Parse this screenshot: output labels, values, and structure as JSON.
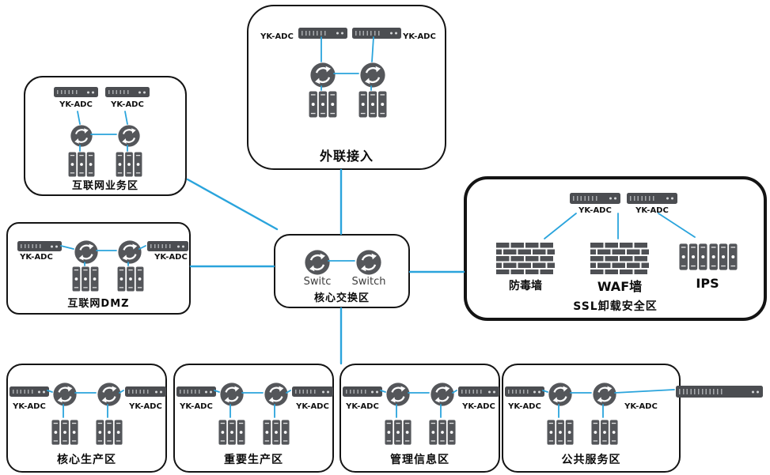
{
  "colors": {
    "connection_line": "#2aa4dc",
    "icon_gray": "#54565a",
    "border_black": "#141414"
  },
  "zones": {
    "external_access": {
      "label": "外联接入",
      "adc_left": "YK-ADC",
      "adc_right": "YK-ADC"
    },
    "internet_business": {
      "label": "互联网业务区",
      "adc_left": "YK-ADC",
      "adc_right": "YK-ADC"
    },
    "internet_dmz": {
      "label": "互联网DMZ",
      "adc_left": "YK-ADC",
      "adc_right": "YK-ADC"
    },
    "core_switch": {
      "label": "核心交换区",
      "switch_left": "Switc",
      "switch_right": "Switch"
    },
    "ssl_security": {
      "label": "SSL卸载安全区",
      "adc_left": "YK-ADC",
      "adc_right": "YK-ADC",
      "antivirus_wall_label": "防毒墙",
      "waf_wall_label": "WAF墙",
      "ips_label": "IPS"
    },
    "bottom": [
      {
        "label": "核心生产区",
        "adc_left": "YK-ADC",
        "adc_right": "YK-ADC"
      },
      {
        "label": "重要生产区",
        "adc_left": "YK-ADC",
        "adc_right": "YK-ADC"
      },
      {
        "label": "管理信息区",
        "adc_left": "YK-ADC",
        "adc_right": "YK-ADC"
      },
      {
        "label": "公共服务区",
        "adc_left": "YK-ADC",
        "adc_right": "YK-ADC"
      }
    ]
  }
}
